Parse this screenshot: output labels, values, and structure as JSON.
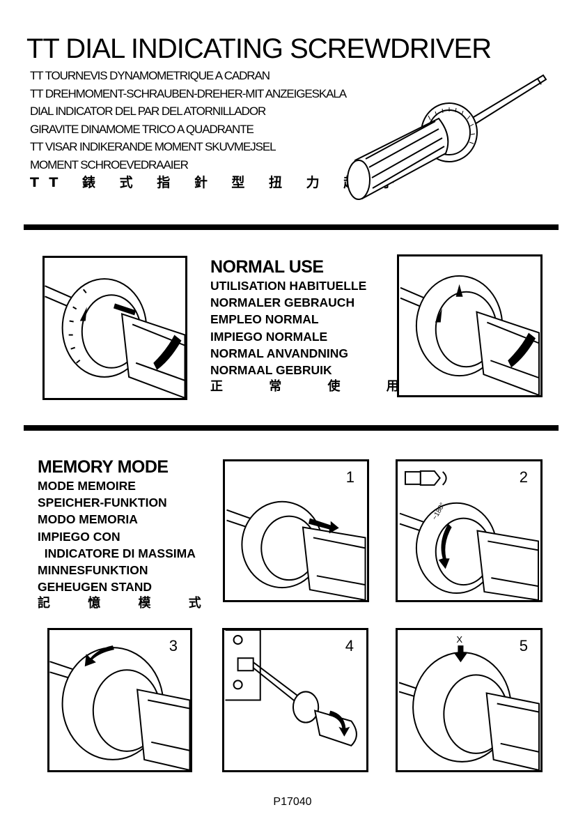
{
  "header": {
    "title": "TT DIAL INDICATING SCREWDRIVER",
    "subtitles": [
      "TT TOURNEVIS DYNAMOMETRIQUE A CADRAN",
      "TT DREHMOMENT-SCHRAUBEN-DREHER-MIT ANZEIGESKALA",
      "DIAL INDICATOR DEL PAR DEL ATORNILLADOR",
      "GIRAVITE DINAMOME TRICO A QUADRANTE",
      "TT VISAR INDIKERANDE MOMENT SKUVMEJSEL",
      "MOMENT SCHROEVEDRAAIER"
    ],
    "chinese": "TT 錶 式 指 針 型 扭 力 起 子"
  },
  "normal_use": {
    "heading": "NORMAL USE",
    "translations": [
      "UTILISATION HABITUELLE",
      "NORMALER GEBRAUCH",
      "EMPLEO NORMAL",
      "IMPIEGO NORMALE",
      "NORMAL ANVANDNING",
      "NORMAAL GEBRUIK"
    ],
    "chinese": "正 常 使 用"
  },
  "memory_mode": {
    "heading": "MEMORY MODE",
    "translations": [
      "MODE MEMOIRE",
      "SPEICHER-FUNKTION",
      "MODO MEMORIA",
      "IMPIEGO CON",
      "  INDICATORE DI MASSIMA",
      "MINNESFUNKTION",
      "GEHEUGEN STAND"
    ],
    "chinese": "記 憶 模 式"
  },
  "steps": {
    "s1": "1",
    "s2": "2",
    "s3": "3",
    "s4": "4",
    "s5": "5",
    "angle_label": "~180°",
    "x_mark": "X"
  },
  "footer": {
    "code": "P17040"
  }
}
